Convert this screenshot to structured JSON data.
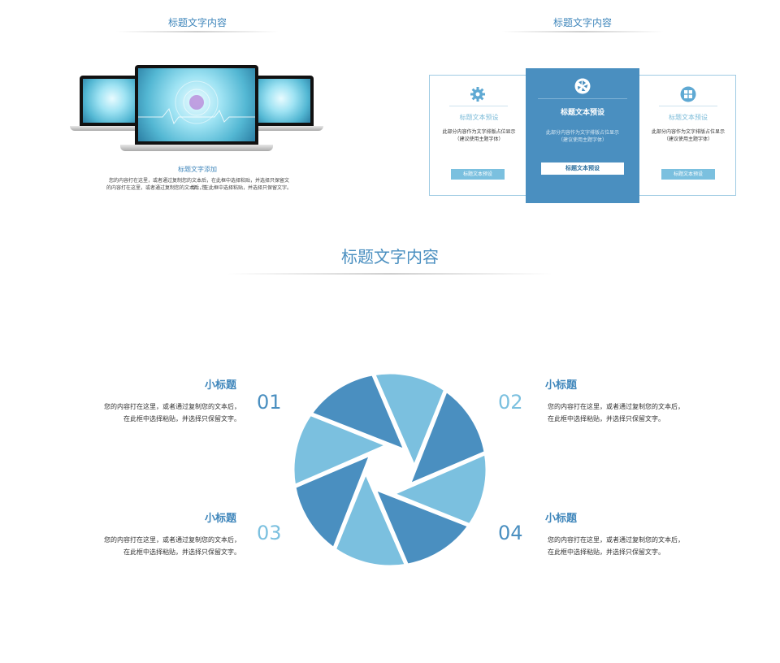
{
  "panel_left": {
    "title": "标题文字内容",
    "caption_title": "标题文字添加",
    "caption_line1": "您的内容打在这里，或者通过复制您的文本后，在此框中选择粘贴，并选择只保留文字。您",
    "caption_line2": "的内容打在这里，或者通过复制您的文本后，在此框中选择粘贴，并选择只保留文字。"
  },
  "panel_right": {
    "title": "标题文字内容",
    "cards": [
      {
        "icon": "gear-icon",
        "title": "标题文本预设",
        "line1": "此部分内容作为文字排版占位显示",
        "line2": "（建议使用主题字体）",
        "button": "标题文本预设"
      },
      {
        "icon": "aperture-icon",
        "title": "标题文本预设",
        "line1": "此部分内容作为文字排版占位显示",
        "line2": "（建议使用主题字体）",
        "button": "标题文本预设"
      },
      {
        "icon": "windows-icon",
        "title": "标题文本预设",
        "line1": "此部分内容作为文字排版占位显示",
        "line2": "（建议使用主题字体）",
        "button": "标题文本预设"
      }
    ]
  },
  "main": {
    "title": "标题文字内容",
    "items": [
      {
        "num": "01",
        "subtitle": "小标题",
        "line1": "您的内容打在这里，或者通过复制您的文本后，",
        "line2": "在此框中选择粘贴，并选择只保留文字。"
      },
      {
        "num": "02",
        "subtitle": "小标题",
        "line1": "您的内容打在这里，或者通过复制您的文本后，",
        "line2": "在此框中选择粘贴，并选择只保留文字。"
      },
      {
        "num": "03",
        "subtitle": "小标题",
        "line1": "您的内容打在这里，或者通过复制您的文本后，",
        "line2": "在此框中选择粘贴，并选择只保留文字。"
      },
      {
        "num": "04",
        "subtitle": "小标题",
        "line1": "您的内容打在这里，或者通过复制您的文本后，",
        "line2": "在此框中选择粘贴，并选择只保留文字。"
      }
    ]
  },
  "colors": {
    "dark_blue": "#4a8fc0",
    "light_blue": "#7bc0df",
    "border": "#9fcbe3"
  }
}
